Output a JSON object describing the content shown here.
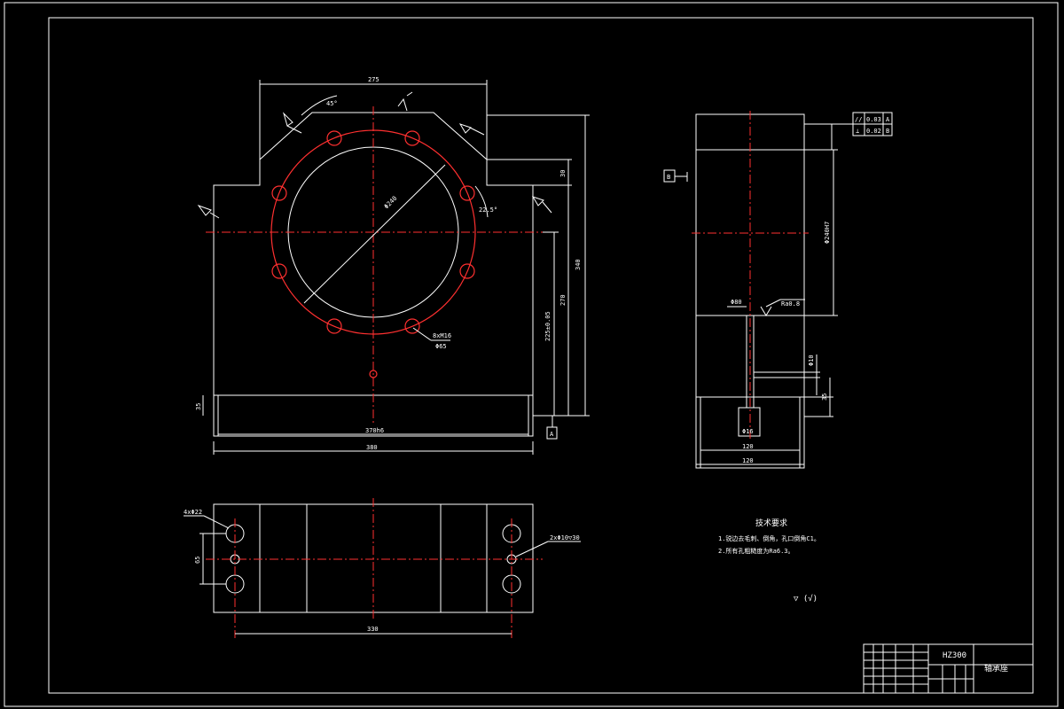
{
  "colors": {
    "background": "#000000",
    "line": "#ffffff",
    "centerline": "#ff3030"
  },
  "front_view": {
    "dim_top_width": "275",
    "dim_chamfer_angle": "45°",
    "dim_bolt_angle": "22.5°",
    "dim_bore": "Φ240",
    "dim_step_height": "30",
    "dim_total_height": "340",
    "dim_center_height": "270",
    "dim_center_tolerance": "225±0.05",
    "dim_base_height": "35",
    "dim_base_width": "370h6",
    "dim_overall_width": "380",
    "hole_callout_thread": "8xM16",
    "hole_callout_pcd": "Φ65",
    "datum_label": "A"
  },
  "side_view": {
    "tolerance_row1_symbol": "//",
    "tolerance_row1_value": "0.03",
    "tolerance_row1_datum": "A",
    "tolerance_row2_symbol": "⊥",
    "tolerance_row2_value": "0.02",
    "tolerance_row2_datum": "B",
    "datum_label": "B",
    "dim_bore_h7": "Φ240H7",
    "dim_small_hole": "Φ80",
    "surface_finish": "Ra0.8",
    "dim_groove": "Φ10",
    "dim_bottom_height": "35",
    "dim_slot": "Φ16",
    "dim_inner_width": "120",
    "dim_outer_width": "120"
  },
  "bottom_view": {
    "callout_left": "4xΦ22",
    "callout_right": "2xΦ10▽30",
    "dim_vertical": "65",
    "dim_hole_span": "330"
  },
  "notes": {
    "title": "技术要求",
    "line1": "1.锐边去毛刺、倒角，孔口倒角C1。",
    "line2": "2.所有孔粗糙度为Ra6.3。",
    "roughness_symbol": "▽ (√)"
  },
  "title_block": {
    "drawing_title": "HZ300",
    "part_name": "轴承座"
  }
}
